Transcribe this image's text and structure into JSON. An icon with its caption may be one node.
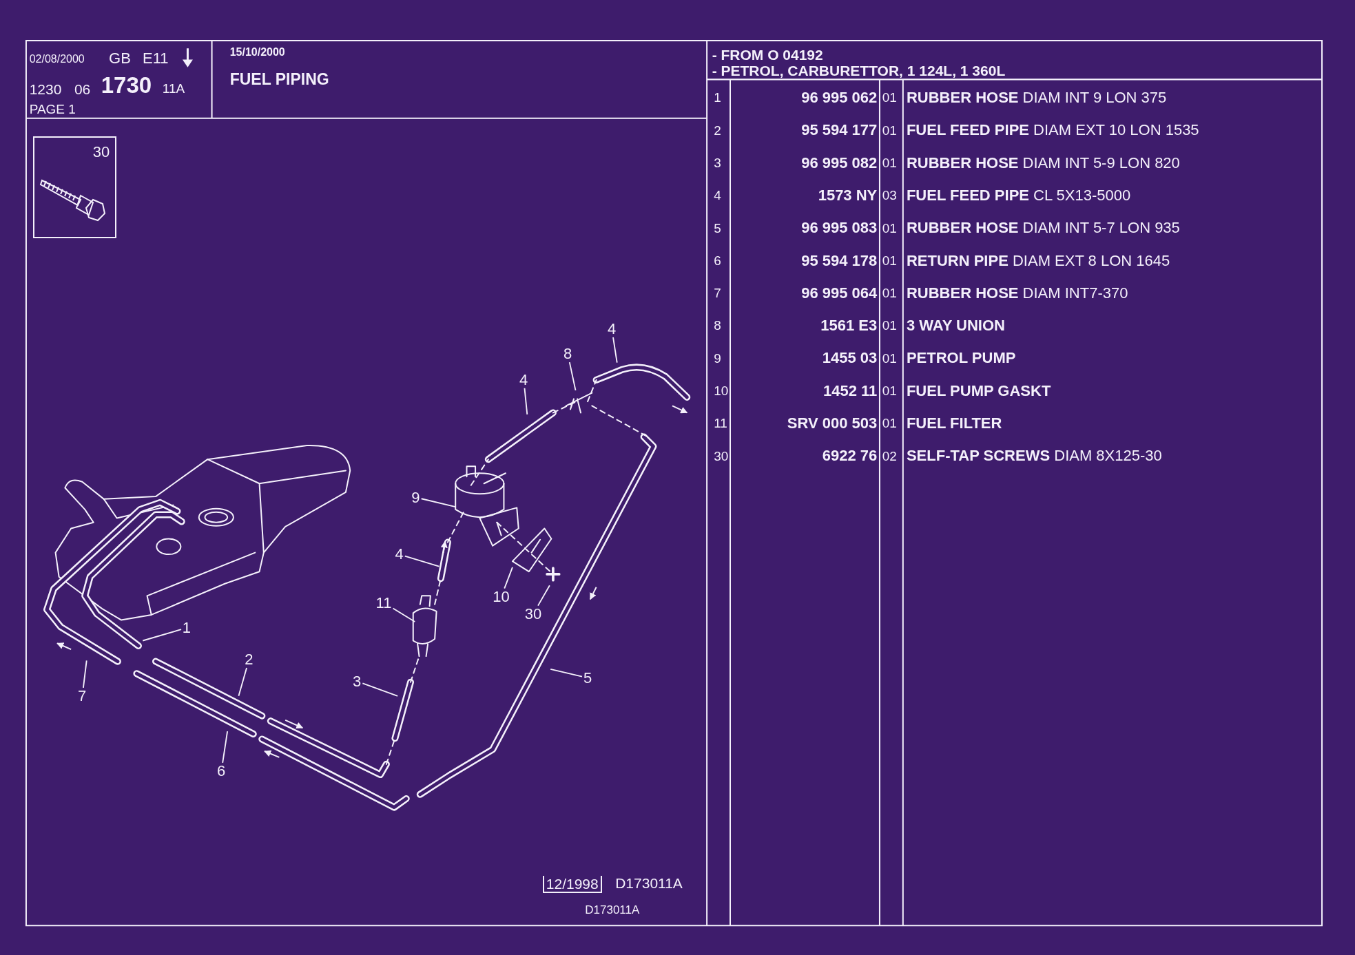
{
  "diagram": {
    "title": "FUEL PIPING",
    "nodes": [
      {
        "text": [
          "30"
        ]
      },
      {
        "text": [
          "4"
        ]
      },
      {
        "text": [
          "8"
        ]
      },
      {
        "text": [
          "4"
        ]
      },
      {
        "text": [
          "9"
        ]
      },
      {
        "text": [
          "4"
        ]
      },
      {
        "text": [
          "10"
        ]
      },
      {
        "text": [
          "11"
        ]
      },
      {
        "text": [
          "30"
        ]
      },
      {
        "text": [
          "1"
        ]
      },
      {
        "text": [
          "2"
        ]
      },
      {
        "text": [
          "5"
        ]
      },
      {
        "text": [
          "3"
        ]
      },
      {
        "text": [
          "7"
        ]
      },
      {
        "text": [
          "6"
        ]
      }
    ],
    "edges": [
      {
        "from": 1,
        "to": null,
        "arrow": "none"
      },
      {
        "from": 2,
        "to": null,
        "arrow": "none"
      },
      {
        "from": 3,
        "to": null,
        "arrow": "none"
      },
      {
        "from": 4,
        "to": null,
        "arrow": "none"
      },
      {
        "from": 5,
        "to": null,
        "arrow": "none"
      },
      {
        "from": 6,
        "to": null,
        "arrow": "none"
      },
      {
        "from": 7,
        "to": null,
        "arrow": "none"
      },
      {
        "from": 8,
        "to": null,
        "arrow": "none"
      },
      {
        "from": 9,
        "to": null,
        "arrow": "none"
      },
      {
        "from": 10,
        "to": null,
        "arrow": "none"
      },
      {
        "from": 11,
        "to": null,
        "arrow": "none"
      },
      {
        "from": 12,
        "to": null,
        "arrow": "none"
      },
      {
        "from": 13,
        "to": null,
        "arrow": "none"
      },
      {
        "from": 14,
        "to": null,
        "arrow": "none"
      }
    ],
    "labels": [
      "02/08/2000",
      "GB",
      "E11",
      "1230",
      "06",
      "1730",
      "11A",
      "PAGE 1",
      "15/10/2000",
      "- FROM O 04192",
      "- PETROL, CARBURETTOR, 1 124L, 1 360L",
      "1",
      "96 995 062",
      "01",
      "**RUBBER HOSE** DIAM INT 9 LON 375",
      "2",
      "95 594 177",
      "01",
      "**FUEL FEED PIPE** DIAM EXT 10 LON 1535",
      "3",
      "96 995 082",
      "01",
      "**RUBBER HOSE** DIAM INT 5-9 LON 820",
      "4",
      "1573 NY",
      "03",
      "**FUEL FEED PIPE** CL 5X13-5000",
      "5",
      "96 995 083",
      "01",
      "**RUBBER HOSE** DIAM INT 5-7 LON 935",
      "6",
      "95 594 178",
      "01",
      "**RETURN PIPE** DIAM EXT 8 LON 1645",
      "7",
      "96 995 064",
      "01",
      "**RUBBER HOSE** DIAM INT7-370",
      "8",
      "1561 E3",
      "01",
      "3 WAY UNION",
      "9",
      "1455 03",
      "01",
      "PETROL PUMP",
      "10",
      "1452 11",
      "01",
      "FUEL PUMP GASKT",
      "11",
      "SRV 000 503",
      "01",
      "FUEL FILTER",
      "30",
      "6922 76",
      "02",
      "**SELF-TAP SCREWS** DIAM 8X125-30",
      "12/1998",
      "D173011A",
      "D173011A"
    ]
  }
}
